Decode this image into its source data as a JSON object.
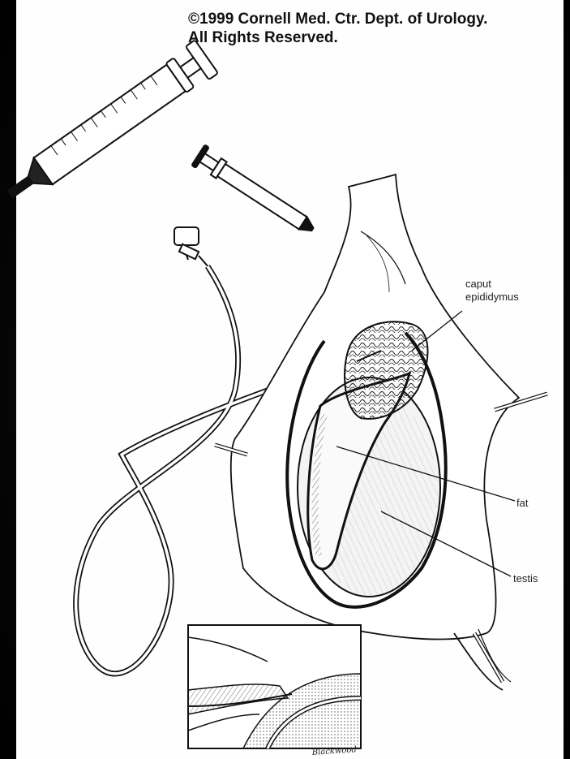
{
  "copyright": {
    "line1": "©1999 Cornell Med. Ctr. Dept. of Urology.",
    "line2": "All Rights Reserved."
  },
  "labels": {
    "caput_line1": "caput",
    "caput_line2": "epididymus",
    "fat": "fat",
    "testis": "testis"
  },
  "signature": "Blackwood",
  "colors": {
    "ink": "#111111",
    "paper": "#fefefe",
    "background": "#000000"
  }
}
